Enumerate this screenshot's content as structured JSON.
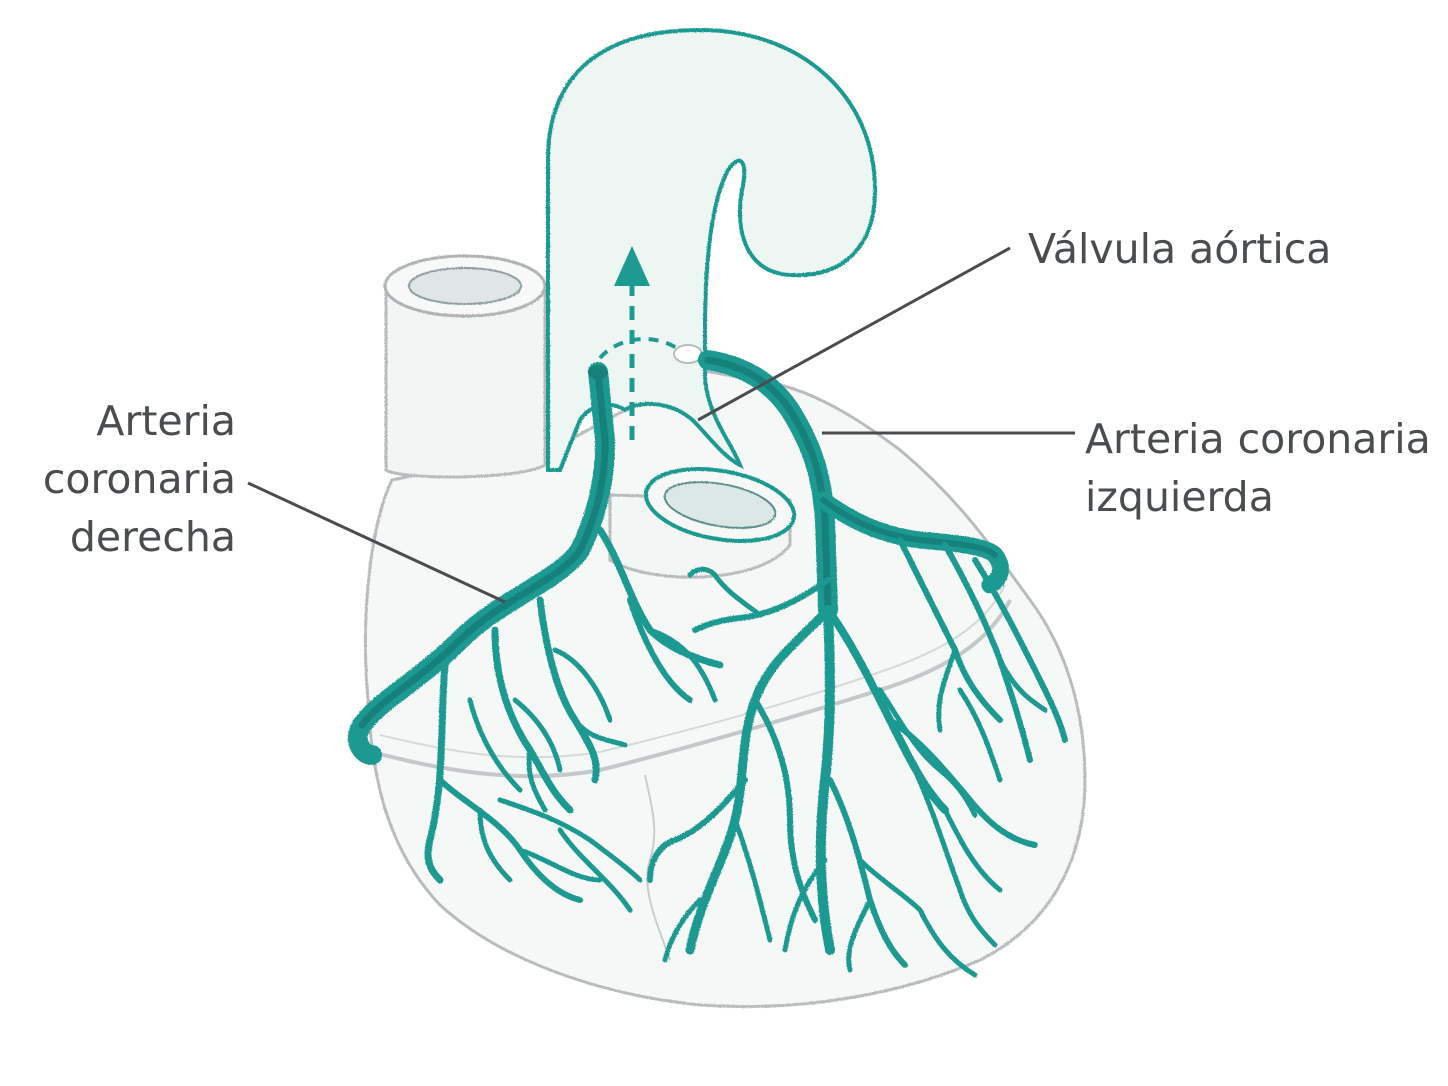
{
  "labels": {
    "right_coronary": {
      "line1": "Arteria",
      "line2": "coronaria",
      "line3": "derecha"
    },
    "aortic_valve": {
      "text": "Válvula aórtica"
    },
    "left_coronary": {
      "line1": "Arteria coronaria",
      "line2": "izquierda"
    }
  },
  "colors": {
    "artery": "#1f9a91",
    "artery_dark": "#17807a",
    "outline": "#b9bcbe",
    "aorta_fill": "#eef6f4",
    "leader": "#4a4d4f"
  }
}
